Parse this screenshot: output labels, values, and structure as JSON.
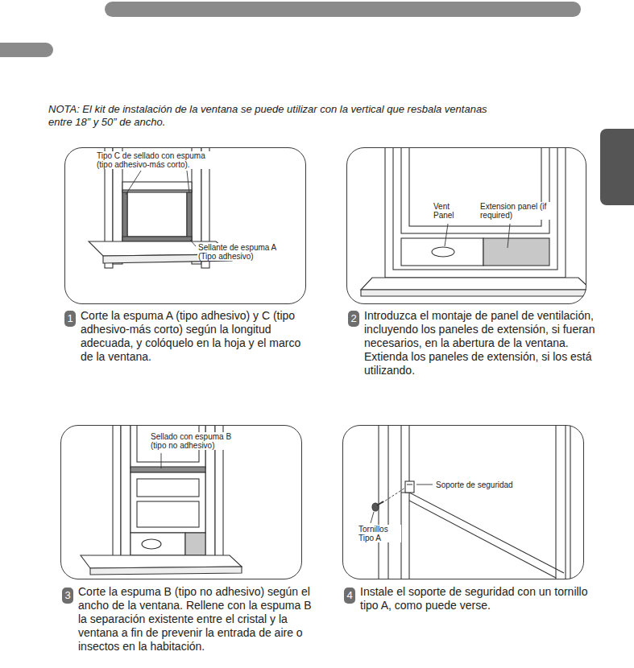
{
  "diagram": {
    "nodes": [
      {
        "text": [
          "Tipo C de sellado con espuma (tipo adhesivo-más corto).",
          "Sellante de espuma A (Tipo adhesivo)"
        ]
      },
      {
        "text": [
          "1"
        ]
      },
      {
        "text": [
          "Vent Panel",
          "Extension panel (if required)"
        ]
      },
      {
        "text": [
          "2"
        ]
      },
      {
        "text": [
          "Sellado con espuma B (tipo no adhesivo)"
        ]
      },
      {
        "text": [
          "3"
        ]
      },
      {
        "text": [
          "Soporte de seguridad",
          "Tornillos Tipo A"
        ]
      },
      {
        "text": [
          "4"
        ]
      }
    ],
    "labels": [
      "NOTA: El kit de instalación de la ventana se puede utilizar con la vertical que resbala ventanas entre 18” y 50” de ancho.",
      "Corte la espuma A (tipo adhesivo) y C (tipo adhesivo-más corto) según la longitud adecuada, y colóquelo en la hoja y el marco de la ventana.",
      "Introduzca el montaje de panel de ventilación, incluyendo los paneles de extensión, si fueran necesarios, en la abertura de la ventana. Extienda los paneles de extensión, si los está utilizando.",
      "Corte la espuma B (tipo no adhesivo) según el ancho de la ventana. Rellene con la espuma B la separación existente entre el cristal y la ventana a fin de prevenir la entrada de aire o insectos en la habitación.",
      "Instale el soporte de seguridad con un tornillo tipo A, como puede verse."
    ]
  }
}
